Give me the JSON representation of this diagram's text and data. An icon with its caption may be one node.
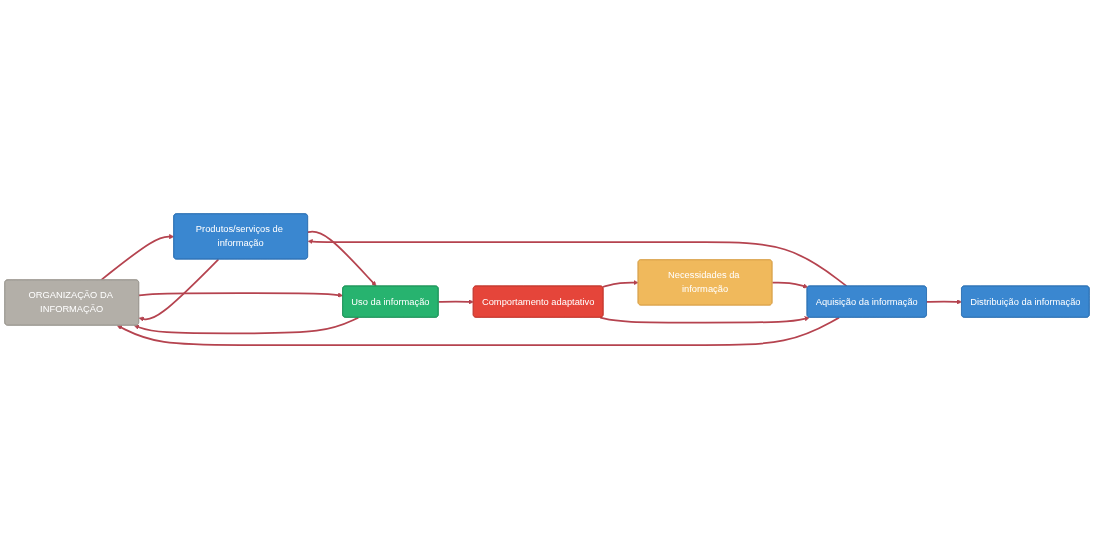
{
  "diagram": {
    "nodes": [
      {
        "text": [
          "ORGANIZAÇÃO DA INFORMAÇÃO"
        ]
      },
      {
        "text": [
          "Necessidades da informação"
        ]
      },
      {
        "text": [
          "Aquisição da informação"
        ]
      },
      {
        "text": [
          "Produtos/serviços de informação"
        ]
      },
      {
        "text": [
          "Distribuição da informação"
        ]
      },
      {
        "text": [
          "Uso da informação"
        ]
      },
      {
        "text": [
          "Comportamento adaptativo"
        ]
      }
    ],
    "edges": [
      {
        "from": 1,
        "to": 2,
        "arrow": "to"
      },
      {
        "from": 2,
        "to": 0,
        "arrow": "to"
      },
      {
        "from": 0,
        "to": 3,
        "arrow": "to"
      },
      {
        "from": 3,
        "to": 0,
        "arrow": "to"
      },
      {
        "from": 2,
        "to": 3,
        "arrow": "to"
      },
      {
        "from": 2,
        "to": 4,
        "arrow": "to"
      },
      {
        "from": 3,
        "to": 5,
        "arrow": "to"
      },
      {
        "from": 0,
        "to": 5,
        "arrow": "to"
      },
      {
        "from": 5,
        "to": 0,
        "arrow": "to"
      },
      {
        "from": 5,
        "to": 6,
        "arrow": "to"
      },
      {
        "from": 6,
        "to": 1,
        "arrow": "to"
      },
      {
        "from": 6,
        "to": 2,
        "arrow": "to"
      }
    ]
  }
}
